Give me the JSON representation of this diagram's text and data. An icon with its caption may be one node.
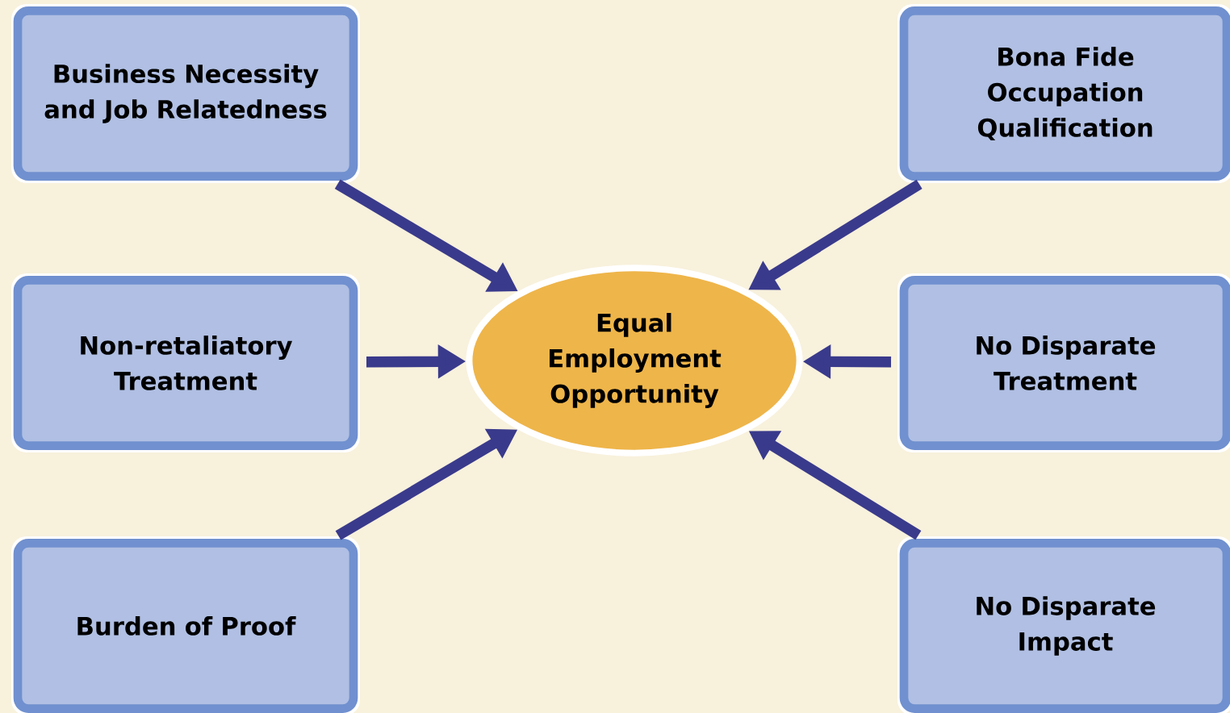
{
  "diagram": {
    "nodes": [
      {
        "text": [
          "Business Necessity and Job Relatedness"
        ]
      },
      {
        "text": [
          "Bona Fide Occupation Qualification"
        ]
      },
      {
        "text": [
          "Non-retaliatory Treatment"
        ]
      },
      {
        "text": [
          "Equal Employment Opportunity"
        ]
      },
      {
        "text": [
          "No Disparate Treatment"
        ]
      },
      {
        "text": [
          "Burden of Proof"
        ]
      },
      {
        "text": [
          "No Disparate Impact"
        ]
      }
    ],
    "edges": [
      {
        "from": 0,
        "to": 3,
        "arrow": "to"
      },
      {
        "from": 1,
        "to": 3,
        "arrow": "to"
      },
      {
        "from": 2,
        "to": 3,
        "arrow": "to"
      },
      {
        "from": 4,
        "to": 3,
        "arrow": "to"
      },
      {
        "from": 5,
        "to": 3,
        "arrow": "to"
      },
      {
        "from": 6,
        "to": 3,
        "arrow": "to"
      }
    ]
  }
}
